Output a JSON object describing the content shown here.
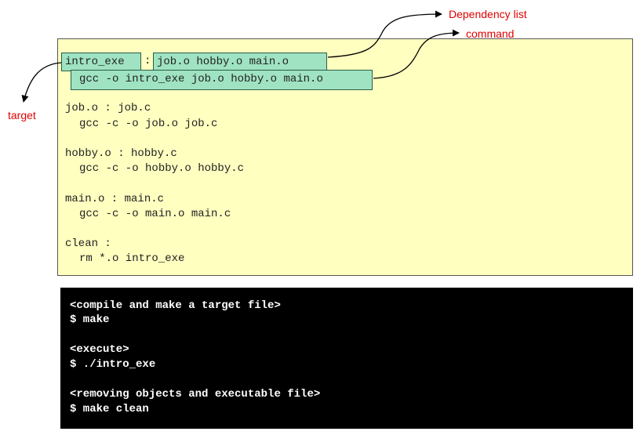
{
  "annotations": {
    "dependency_list": "Dependency list",
    "command": "command",
    "target": "target"
  },
  "makefile": {
    "target_name": "intro_exe",
    "colon": ":",
    "dependencies": "job.o hobby.o main.o",
    "command": "gcc -o intro_exe job.o hobby.o main.o",
    "rules": [
      {
        "rule": "job.o : job.c",
        "cmd": "gcc -c -o job.o job.c"
      },
      {
        "rule": "hobby.o : hobby.c",
        "cmd": "gcc -c -o hobby.o hobby.c"
      },
      {
        "rule": "main.o : main.c",
        "cmd": "gcc -c -o main.o main.c"
      },
      {
        "rule": "clean :",
        "cmd": "rm *.o intro_exe"
      }
    ]
  },
  "terminal": {
    "lines": [
      "<compile and make a target file>",
      "$ make",
      "<execute>",
      "$ ./intro_exe",
      "<removing objects and executable file>",
      "$ make clean"
    ]
  },
  "colors": {
    "makefile_bg": "#ffffc0",
    "highlight_bg": "#9fe3c2",
    "annotation": "#e00000",
    "terminal_bg": "#000000",
    "terminal_text": "#ffffff"
  }
}
